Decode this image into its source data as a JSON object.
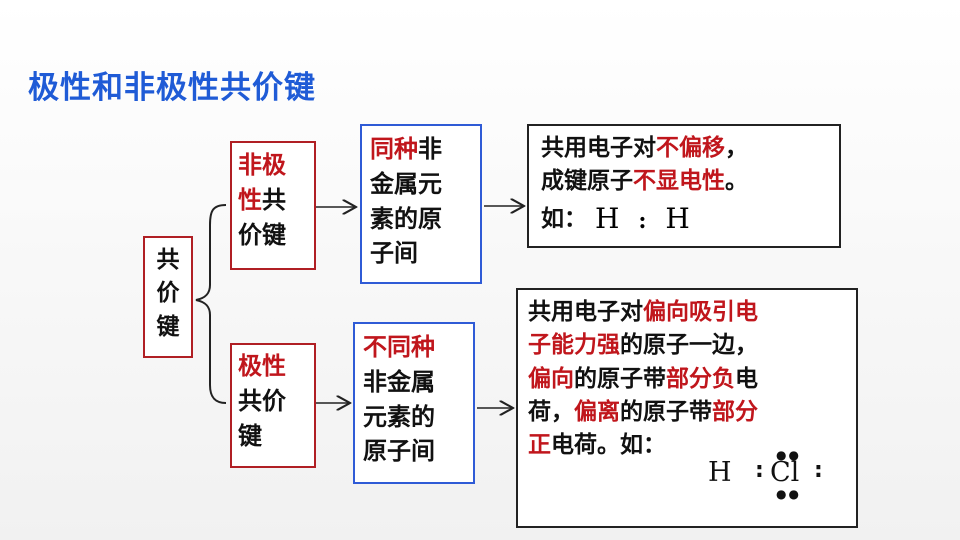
{
  "title": "极性和非极性共价键",
  "root": {
    "chars": [
      "共",
      "价",
      "键"
    ]
  },
  "nonpolar": {
    "type_line1": "非极",
    "type_line2_red": "性",
    "type_line2_dark": "共",
    "type_line3": "价键",
    "cond_line1_red": "同种",
    "cond_line1_dark": "非",
    "cond_line2": "金属元",
    "cond_line3": "素的原",
    "cond_line4": "子间",
    "desc_line1_dark": "共用电子对",
    "desc_line1_red": "不偏移",
    "desc_line1_tail": "，",
    "desc_line2_dark": "成键原子",
    "desc_line2_red": "不显电性",
    "desc_line2_tail": "。",
    "desc_line3_prefix": "如：",
    "formula_h1": "H",
    "formula_sep": ":",
    "formula_h2": "H"
  },
  "polar": {
    "type_line1": "极性",
    "type_line2": "共价",
    "type_line3": "键",
    "cond_line1": "不同种",
    "cond_line2": "非金属",
    "cond_line3": "元素的",
    "cond_line4": "原子间",
    "desc_l1_dark": "共用电子对",
    "desc_l1_red": "偏向吸引电",
    "desc_l2_red": "子能力强",
    "desc_l2_dark": "的原子一边，",
    "desc_l3_red": "偏向",
    "desc_l3_dark": "的原子带",
    "desc_l3_red2": "部分负",
    "desc_l3_dark2": "电",
    "desc_l4_dark": "荷，",
    "desc_l4_red": "偏离",
    "desc_l4_dark2": "的原子带",
    "desc_l4_red2": "部分",
    "desc_l5_red": "正",
    "desc_l5_dark": "电荷。如：",
    "formula_h": "H",
    "formula_cl": "Cl",
    "formula_colon": ":"
  },
  "colors": {
    "title": "#1f5bd6",
    "red": "#c0161c",
    "blue_border": "#2f5bd6",
    "red_border": "#b01f24"
  }
}
